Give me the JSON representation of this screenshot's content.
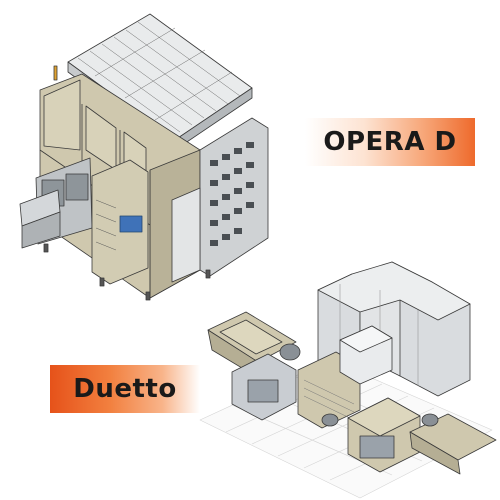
{
  "labels": {
    "opera": "OPERA D",
    "duetto": "Duetto"
  },
  "images": {
    "top_machine": "opera-d-machine-render",
    "bottom_machine": "duetto-machine-render"
  },
  "colors": {
    "accent_orange": "#ee6a2c",
    "cabinet_beige": "#cfc8ae",
    "cabinet_gray": "#d9dcdf",
    "line_dark": "#3a3a3a"
  }
}
